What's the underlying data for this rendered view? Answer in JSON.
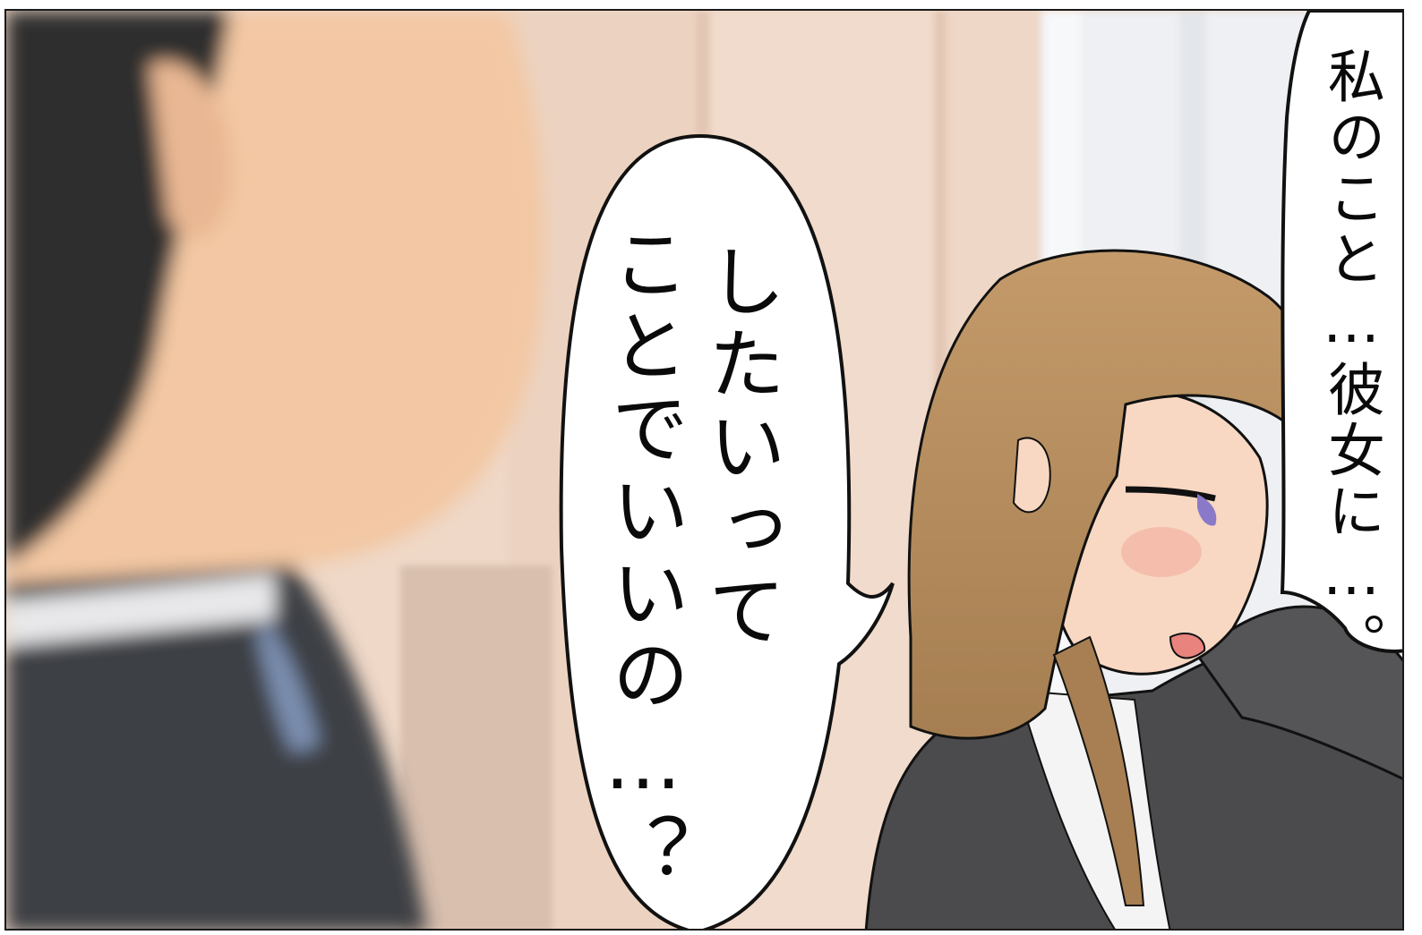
{
  "panel": {
    "speech_bubble_left": {
      "line1": "したいって",
      "line2": "ことでいいの…？"
    },
    "speech_bubble_right": {
      "line1": "私のこと…彼女に…。"
    }
  },
  "colors": {
    "wall": "#efd6c4",
    "window": "#eef0f3",
    "man_hair": "#2f2f2f",
    "man_skin": "#f3c7a3",
    "man_suit": "#3c3f45",
    "woman_hair": "#b48b5e",
    "woman_jacket": "#4a4a4a",
    "woman_skin": "#f8d8c2",
    "bubble_fill": "#ffffff",
    "outline": "#111111"
  }
}
